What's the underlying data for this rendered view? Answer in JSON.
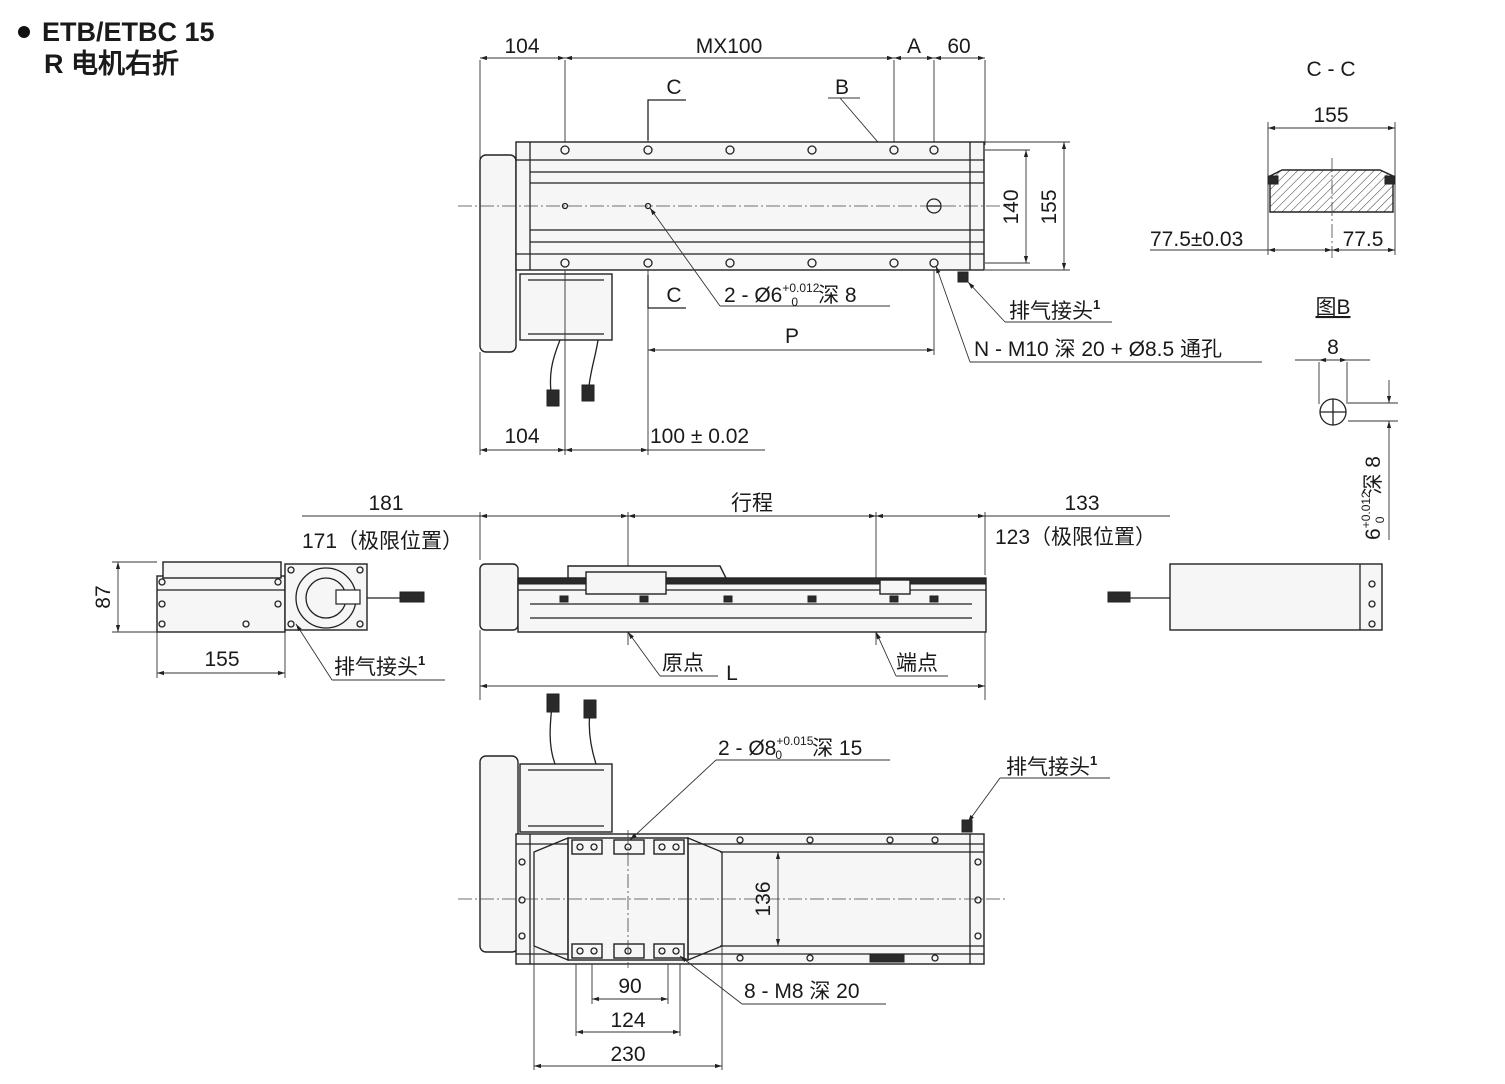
{
  "header": {
    "model": "ETB/ETBC 15",
    "variant": "R 电机右折"
  },
  "top_view": {
    "dim_104_top": "104",
    "dim_mx100": "MX100",
    "dim_a": "A",
    "dim_60": "60",
    "label_c_top": "C",
    "label_c_bottom": "C",
    "label_b": "B",
    "dim_140": "140",
    "dim_155": "155",
    "hole_note_prefix": "2 - Ø6",
    "hole_note_tol_upper": "+0.012",
    "hole_note_tol_lower": "0",
    "hole_note_suffix": "深 8",
    "vent_label": "排气接头",
    "vent_mark": "1",
    "thread_note": "N - M10 深 20 + Ø8.5 通孔",
    "dim_p": "P",
    "dim_104_bottom": "104",
    "dim_100": "100 ± 0.02"
  },
  "section_cc": {
    "title": "C - C",
    "dim_155": "155",
    "dim_left": "77.5±0.03",
    "dim_right": "77.5"
  },
  "detail_b": {
    "title": "图B",
    "dim_8": "8",
    "depth_prefix": "6",
    "depth_tol_upper": "+0.012",
    "depth_tol_lower": "0",
    "depth_suffix": "深 8"
  },
  "side_view": {
    "dim_181": "181",
    "dim_171": "171（极限位置）",
    "dim_stroke": "行程",
    "dim_133": "133",
    "dim_123": "123（极限位置）",
    "dim_87": "87",
    "dim_155": "155",
    "vent_label": "排气接头",
    "vent_mark": "1",
    "origin": "原点",
    "end_point": "端点",
    "dim_l": "L"
  },
  "bottom_view": {
    "hole_note_prefix": "2 - Ø8",
    "hole_note_tol_upper": "+0.015",
    "hole_note_tol_lower": "0",
    "hole_note_suffix": "深 15",
    "vent_label": "排气接头",
    "vent_mark": "1",
    "dim_136": "136",
    "thread_note": "8 - M8 深 20",
    "dim_90": "90",
    "dim_124": "124",
    "dim_230": "230"
  }
}
